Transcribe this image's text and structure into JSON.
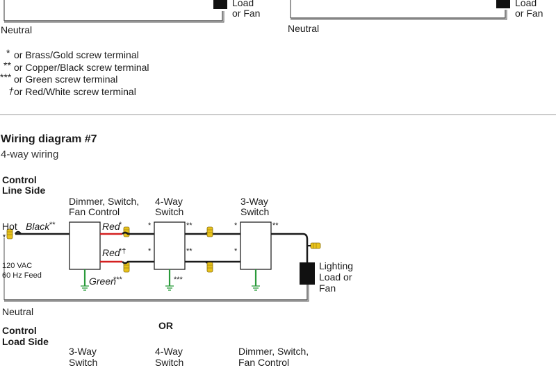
{
  "top_section": {
    "left_load_lines": [
      "Load",
      "or Fan"
    ],
    "right_load_lines": [
      "Load",
      "or Fan"
    ],
    "neutral_left": "Neutral",
    "neutral_right": "Neutral",
    "footnotes": [
      {
        "mark": "*",
        "text": "or Brass/Gold screw terminal"
      },
      {
        "mark": "**",
        "text": "or Copper/Black screw terminal"
      },
      {
        "mark": "***",
        "text": "or Green screw terminal"
      },
      {
        "mark": "†",
        "text": "or Red/White screw terminal"
      }
    ]
  },
  "diagram7": {
    "title": "Wiring diagram #7",
    "subtitle": "4-way wiring",
    "control_line_side": [
      "Control",
      "Line Side"
    ],
    "dimmer_label": [
      "Dimmer, Switch,",
      "Fan Control"
    ],
    "fourway_label": [
      "4-Way",
      "Switch"
    ],
    "threeway_label": [
      "3-Way",
      "Switch"
    ],
    "hot": "Hot",
    "black": "Black",
    "double_star": "**",
    "red_top": "Red",
    "red_top_mark": "*",
    "red_bottom": "Red",
    "red_bottom_mark": "*†",
    "green": "Green",
    "triple_star": "***",
    "single_star": "*",
    "vac": [
      "120 VAC",
      "60 Hz Feed"
    ],
    "lighting_load": [
      "Lighting",
      "Load or",
      "Fan"
    ],
    "neutral": "Neutral",
    "or": "OR",
    "control_load_side": [
      "Control",
      "Load Side"
    ],
    "bottom_threeway": [
      "3-Way",
      "Switch"
    ],
    "bottom_fourway": [
      "4-Way",
      "Switch"
    ],
    "bottom_dimmer": [
      "Dimmer, Switch,",
      "Fan Control"
    ]
  },
  "colors": {
    "wire_black": "#1a1a1a",
    "wire_red": "#d42020",
    "wire_green": "#2a9a3a",
    "wirenut_yellow": "#e8c21a",
    "divider": "#999999"
  }
}
